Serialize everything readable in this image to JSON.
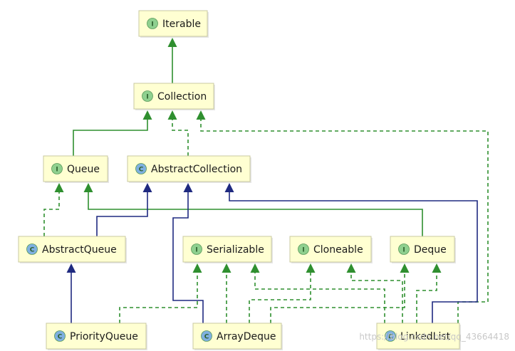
{
  "watermark": "https://blog.csdn.net/qq_43664418",
  "colors": {
    "implements": "#2f8f2f",
    "extends": "#1f2a80",
    "node_fill": "#ffffd2",
    "interface_badge": "#8fd08f",
    "class_badge": "#7fb0e0"
  },
  "nodes": [
    {
      "id": "iterable",
      "label": "Iterable",
      "kind": "interface",
      "badge": "I"
    },
    {
      "id": "collection",
      "label": "Collection",
      "kind": "interface",
      "badge": "I"
    },
    {
      "id": "queue",
      "label": "Queue",
      "kind": "interface",
      "badge": "I"
    },
    {
      "id": "abstractcollection",
      "label": "AbstractCollection",
      "kind": "class",
      "badge": "C"
    },
    {
      "id": "abstractqueue",
      "label": "AbstractQueue",
      "kind": "class",
      "badge": "C"
    },
    {
      "id": "serializable",
      "label": "Serializable",
      "kind": "interface",
      "badge": "I"
    },
    {
      "id": "cloneable",
      "label": "Cloneable",
      "kind": "interface",
      "badge": "I"
    },
    {
      "id": "deque",
      "label": "Deque",
      "kind": "interface",
      "badge": "I"
    },
    {
      "id": "priorityqueue",
      "label": "PriorityQueue",
      "kind": "class",
      "badge": "C"
    },
    {
      "id": "arraydeque",
      "label": "ArrayDeque",
      "kind": "class",
      "badge": "C"
    },
    {
      "id": "linkedlist",
      "label": "LinkedList",
      "kind": "class",
      "badge": "C"
    }
  ],
  "edges": [
    {
      "from": "collection",
      "to": "iterable",
      "type": "extends-interface"
    },
    {
      "from": "queue",
      "to": "collection",
      "type": "extends-interface"
    },
    {
      "from": "abstractcollection",
      "to": "collection",
      "type": "implements"
    },
    {
      "from": "linkedlist",
      "to": "collection",
      "type": "implements"
    },
    {
      "from": "deque",
      "to": "queue",
      "type": "extends-interface"
    },
    {
      "from": "abstractqueue",
      "to": "queue",
      "type": "implements"
    },
    {
      "from": "abstractqueue",
      "to": "abstractcollection",
      "type": "extends"
    },
    {
      "from": "arraydeque",
      "to": "abstractcollection",
      "type": "extends"
    },
    {
      "from": "linkedlist",
      "to": "abstractcollection",
      "type": "extends"
    },
    {
      "from": "priorityqueue",
      "to": "abstractqueue",
      "type": "extends"
    },
    {
      "from": "priorityqueue",
      "to": "serializable",
      "type": "implements"
    },
    {
      "from": "arraydeque",
      "to": "serializable",
      "type": "implements"
    },
    {
      "from": "linkedlist",
      "to": "serializable",
      "type": "implements"
    },
    {
      "from": "arraydeque",
      "to": "cloneable",
      "type": "implements"
    },
    {
      "from": "linkedlist",
      "to": "cloneable",
      "type": "implements"
    },
    {
      "from": "arraydeque",
      "to": "deque",
      "type": "implements"
    },
    {
      "from": "linkedlist",
      "to": "deque",
      "type": "implements"
    }
  ]
}
